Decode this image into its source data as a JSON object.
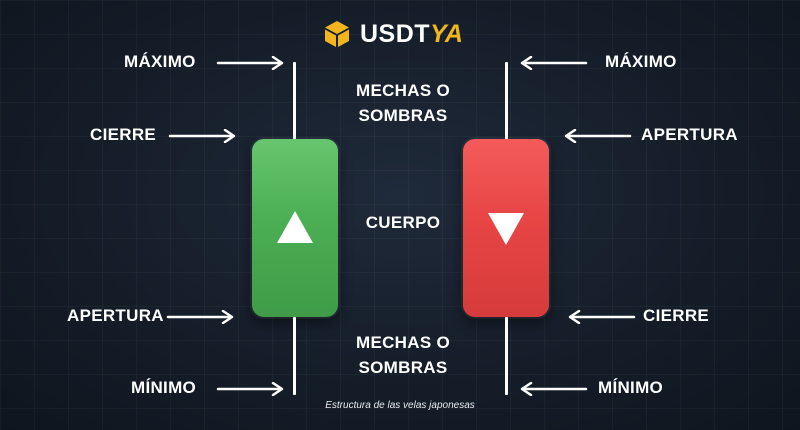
{
  "brand": {
    "name_part1": "USDT",
    "name_part2": "YA"
  },
  "labels": {
    "green_high": "MÁXIMO",
    "green_close": "CIERRE",
    "green_open": "APERTURA",
    "green_low": "MÍNIMO",
    "red_high": "MÁXIMO",
    "red_open": "APERTURA",
    "red_close": "CIERRE",
    "red_low": "MÍNIMO",
    "wicks_top_line1": "MECHAS O",
    "wicks_top_line2": "SOMBRAS",
    "body": "CUERPO",
    "wicks_bottom_line1": "MECHAS O",
    "wicks_bottom_line2": "SOMBRAS"
  },
  "caption": "Estructura de las velas japonesas",
  "colors": {
    "bullish": "#4caf54",
    "bearish": "#e84545",
    "brand_accent": "#f2b51e",
    "background": "#151d29"
  }
}
